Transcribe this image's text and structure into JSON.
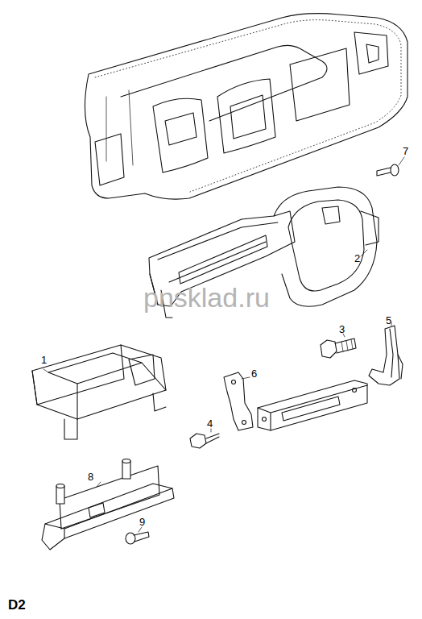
{
  "diagram": {
    "labels": [
      "7",
      "2",
      "3",
      "5",
      "1",
      "6",
      "4",
      "8",
      "9",
      "pnsklad.ru",
      "D2"
    ]
  }
}
